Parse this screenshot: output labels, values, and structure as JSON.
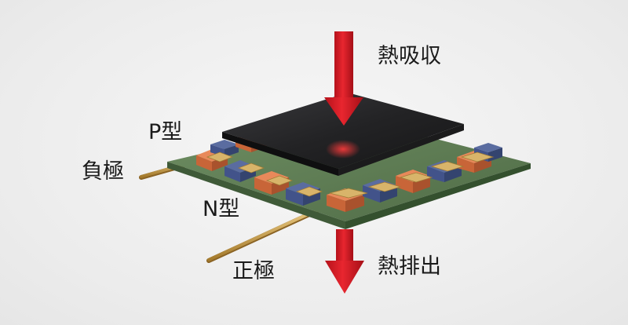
{
  "labels": {
    "heat_absorb": "熱吸収",
    "p_type": "P型",
    "negative": "負極",
    "n_type": "N型",
    "positive": "正極",
    "heat_release": "熱排出"
  },
  "colors": {
    "background": "#efefef",
    "top_plate": "#2b2b2d",
    "base_plate": "#5f7d54",
    "p_element": "#d9774a",
    "n_element": "#4a5b8c",
    "connector": "#d8b46a",
    "arrow": "#d8202a"
  }
}
